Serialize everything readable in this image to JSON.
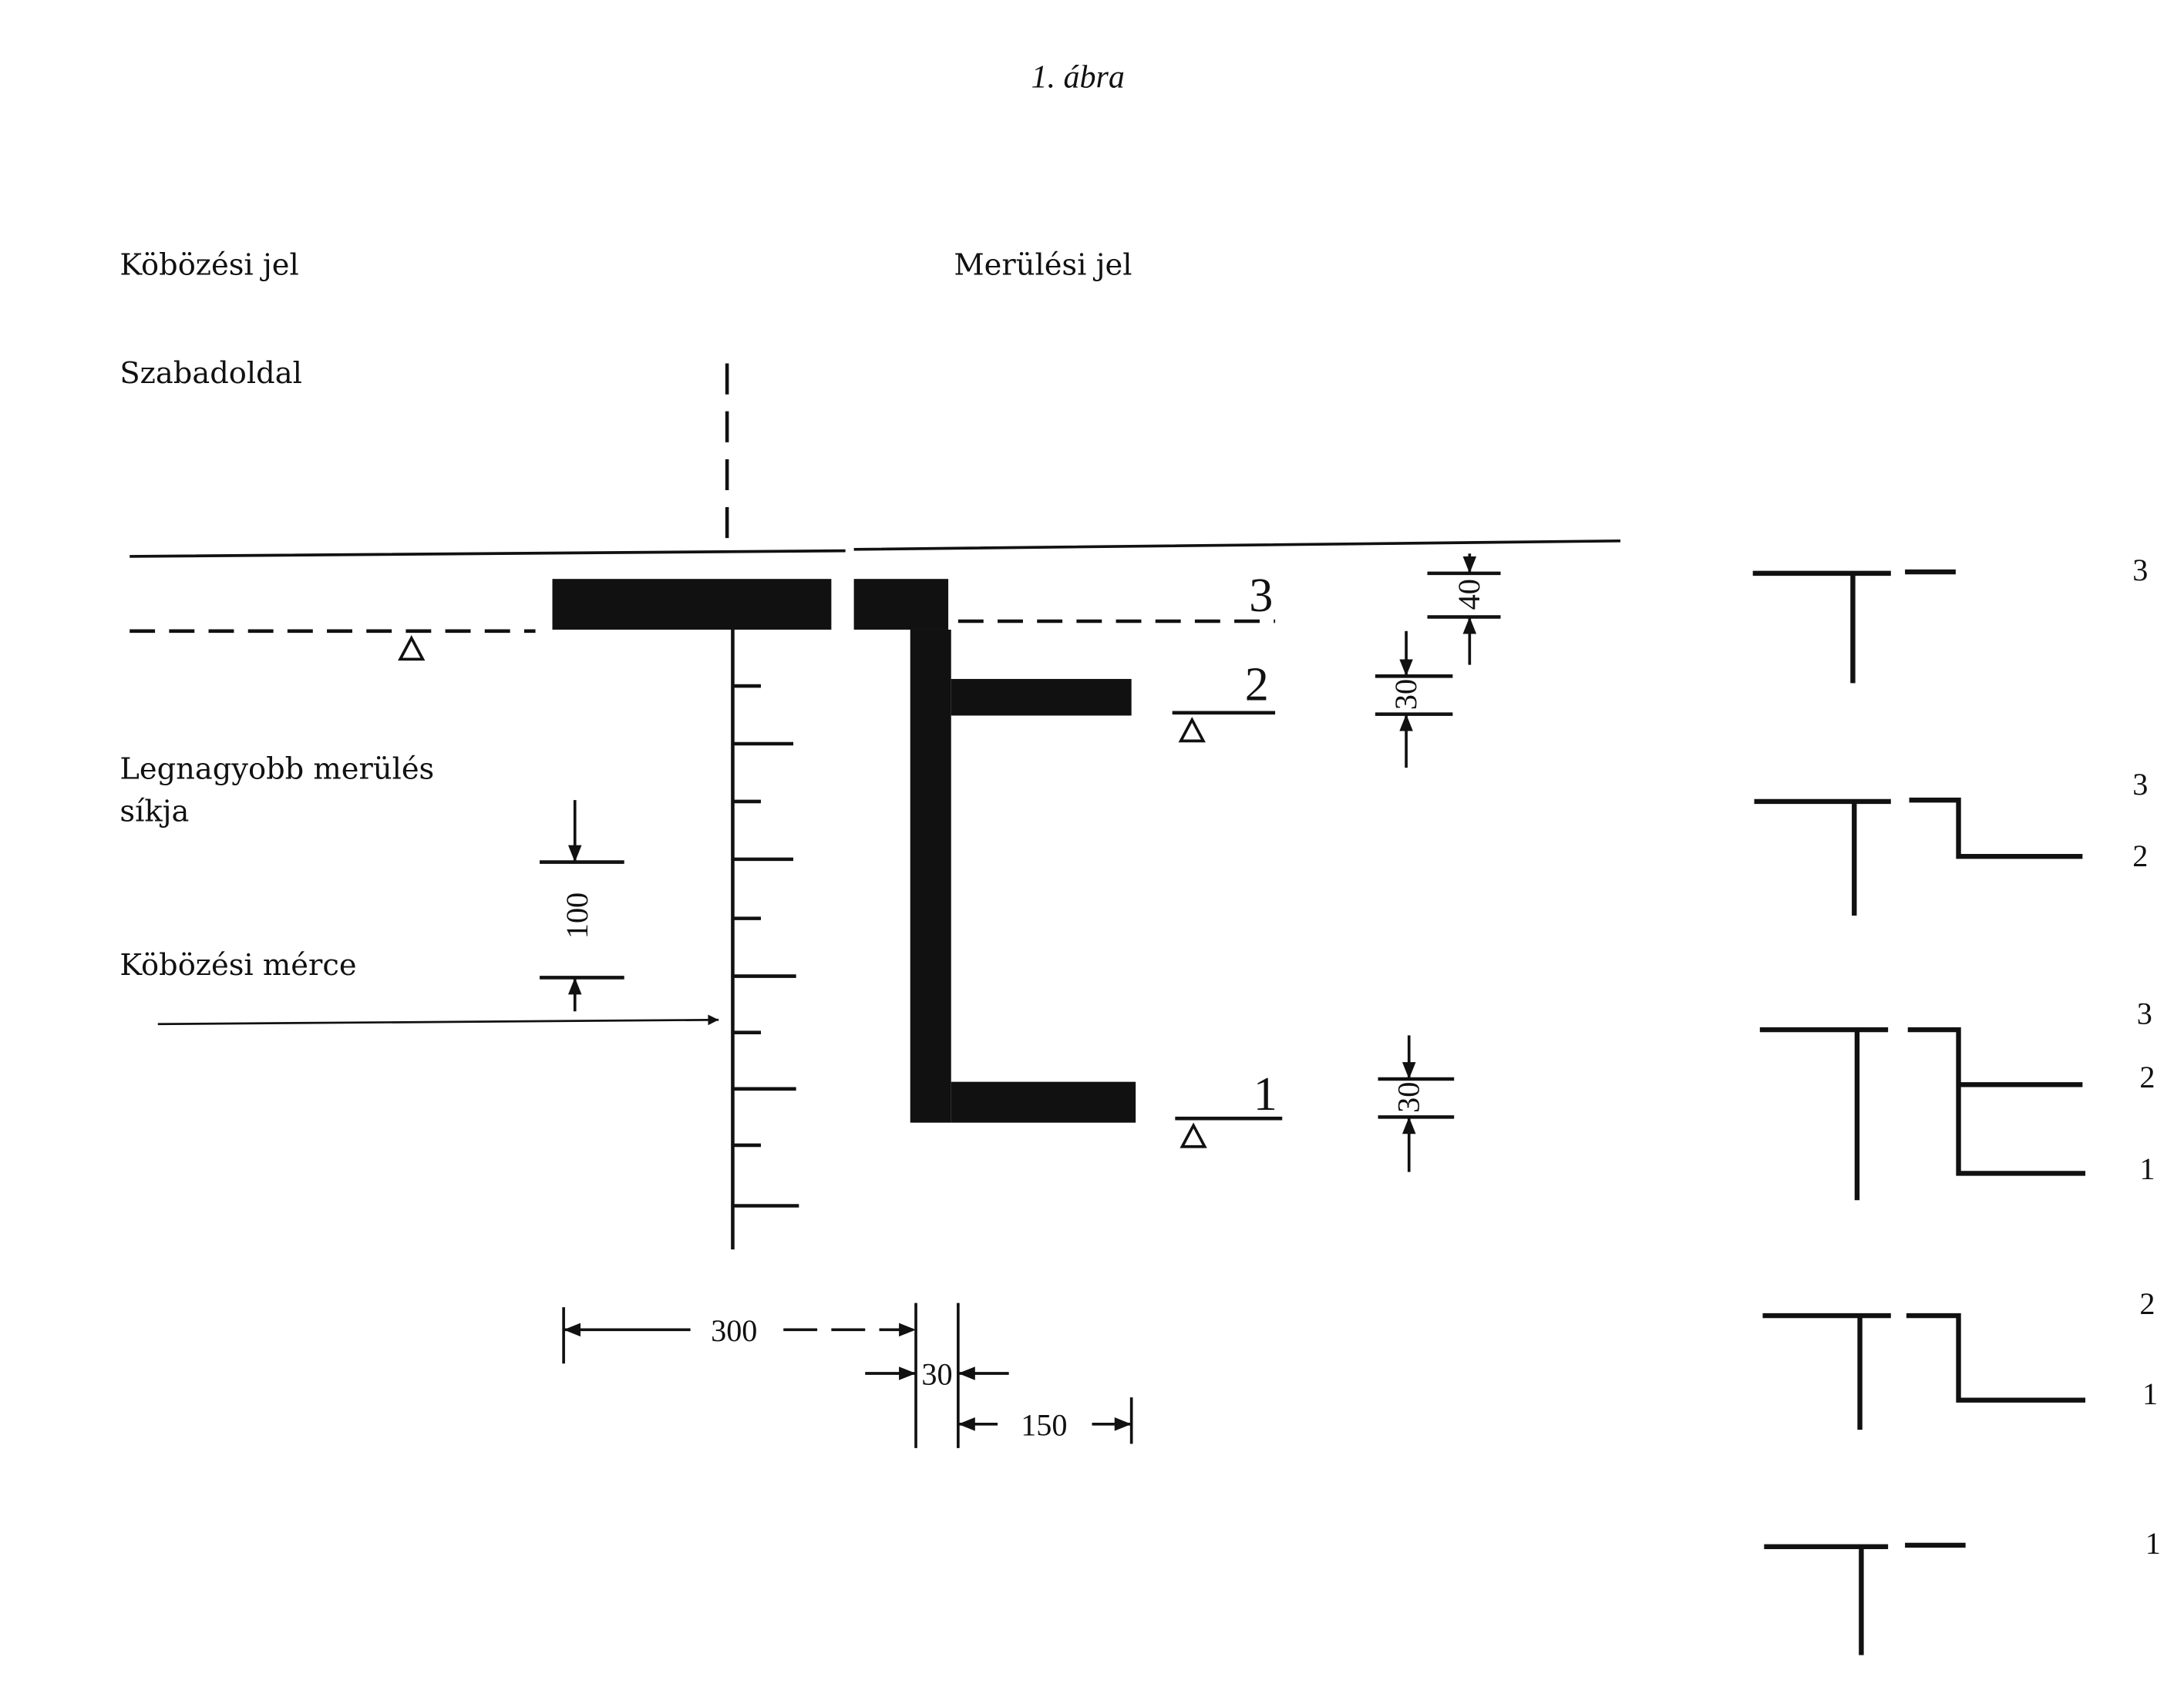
{
  "title": "1. ábra",
  "labels": {
    "kobozesi_jel": "Köbözési jel",
    "merulesi_jel": "Merülési jel",
    "szabadoldal": "Szabadoldal",
    "legnagyobb_line1": "Legnagyobb merülés",
    "legnagyobb_line2": "síkja",
    "kobozesi_merce": "Köbözési mérce"
  },
  "draft_marks": {
    "mark3": "3",
    "mark2": "2",
    "mark1": "1"
  },
  "dimensions": {
    "d40": "40",
    "d30_top": "30",
    "d100": "100",
    "d30_bottom": "30",
    "d300": "300",
    "d30_width": "30",
    "d150": "150"
  },
  "variants": [
    {
      "labels": [
        "3"
      ]
    },
    {
      "labels": [
        "3",
        "2"
      ]
    },
    {
      "labels": [
        "3",
        "2",
        "1"
      ]
    },
    {
      "labels": [
        "2",
        "1"
      ]
    },
    {
      "labels": [
        "1"
      ]
    }
  ],
  "colors": {
    "ink": "#111111",
    "paper": "#ffffff"
  }
}
